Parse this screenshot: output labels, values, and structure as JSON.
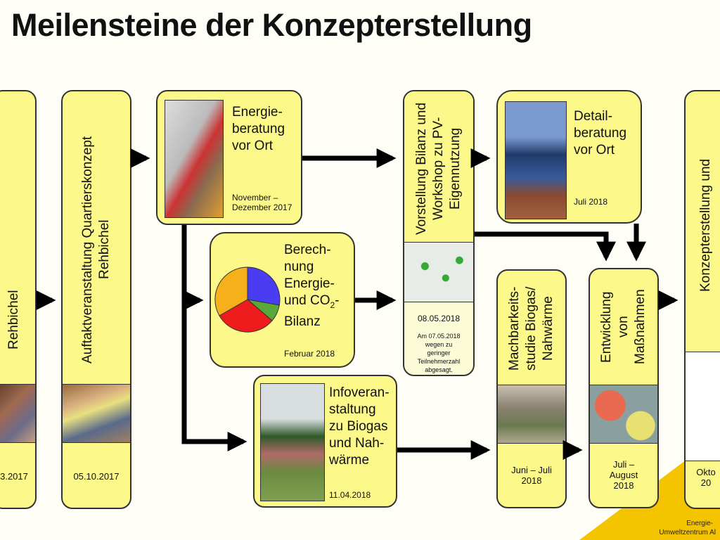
{
  "title": "Meilensteine der Konzepterstellung",
  "milestones": {
    "a": {
      "text": "Rehbichel",
      "date": "3.2017"
    },
    "b": {
      "text": "Auftaktveranstaltung Quartierskonzept Rehbichel",
      "date": "05.10.2017"
    },
    "c": {
      "text": "Energie-\nberatung\nvor Ort",
      "date": "November –\nDezember 2017"
    },
    "d": {
      "text": "Berech-\nnung\nEnergie-\nund CO",
      "sub": "2",
      "text2": "-\nBilanz",
      "date": "Februar 2018"
    },
    "e": {
      "text": "Infoveran-\nstaltung\nzu Biogas\nund Nah-\nwärme",
      "date": "11.04.2018"
    },
    "f": {
      "text": "Vorstellung Bilanz und Workshop zu PV-Eigennutzung",
      "date": "08.05.2018",
      "note": "Am 07.05.2018 wegen zu geringer Teilnehmerzahl abgesagt."
    },
    "g": {
      "text": "Detail-\nberatung\nvor Ort",
      "date": "Juli 2018"
    },
    "h": {
      "text": "Machbarkeits-\nstudie Biogas/\nNahwärme",
      "date": "Juni – Juli\n2018"
    },
    "i": {
      "text": "Entwicklung\nvon\nMaßnahmen",
      "date": "Juli –\nAugust\n2018"
    },
    "j": {
      "text": "Konzepterstellung und",
      "date": "Okto\n20"
    }
  },
  "logo": {
    "line1": "Energie-",
    "line2": "Umweltzentrum Al"
  },
  "pie": {
    "colors": [
      "#4a3cf0",
      "#5aa83a",
      "#ee1c1c",
      "#f5b01a"
    ]
  }
}
